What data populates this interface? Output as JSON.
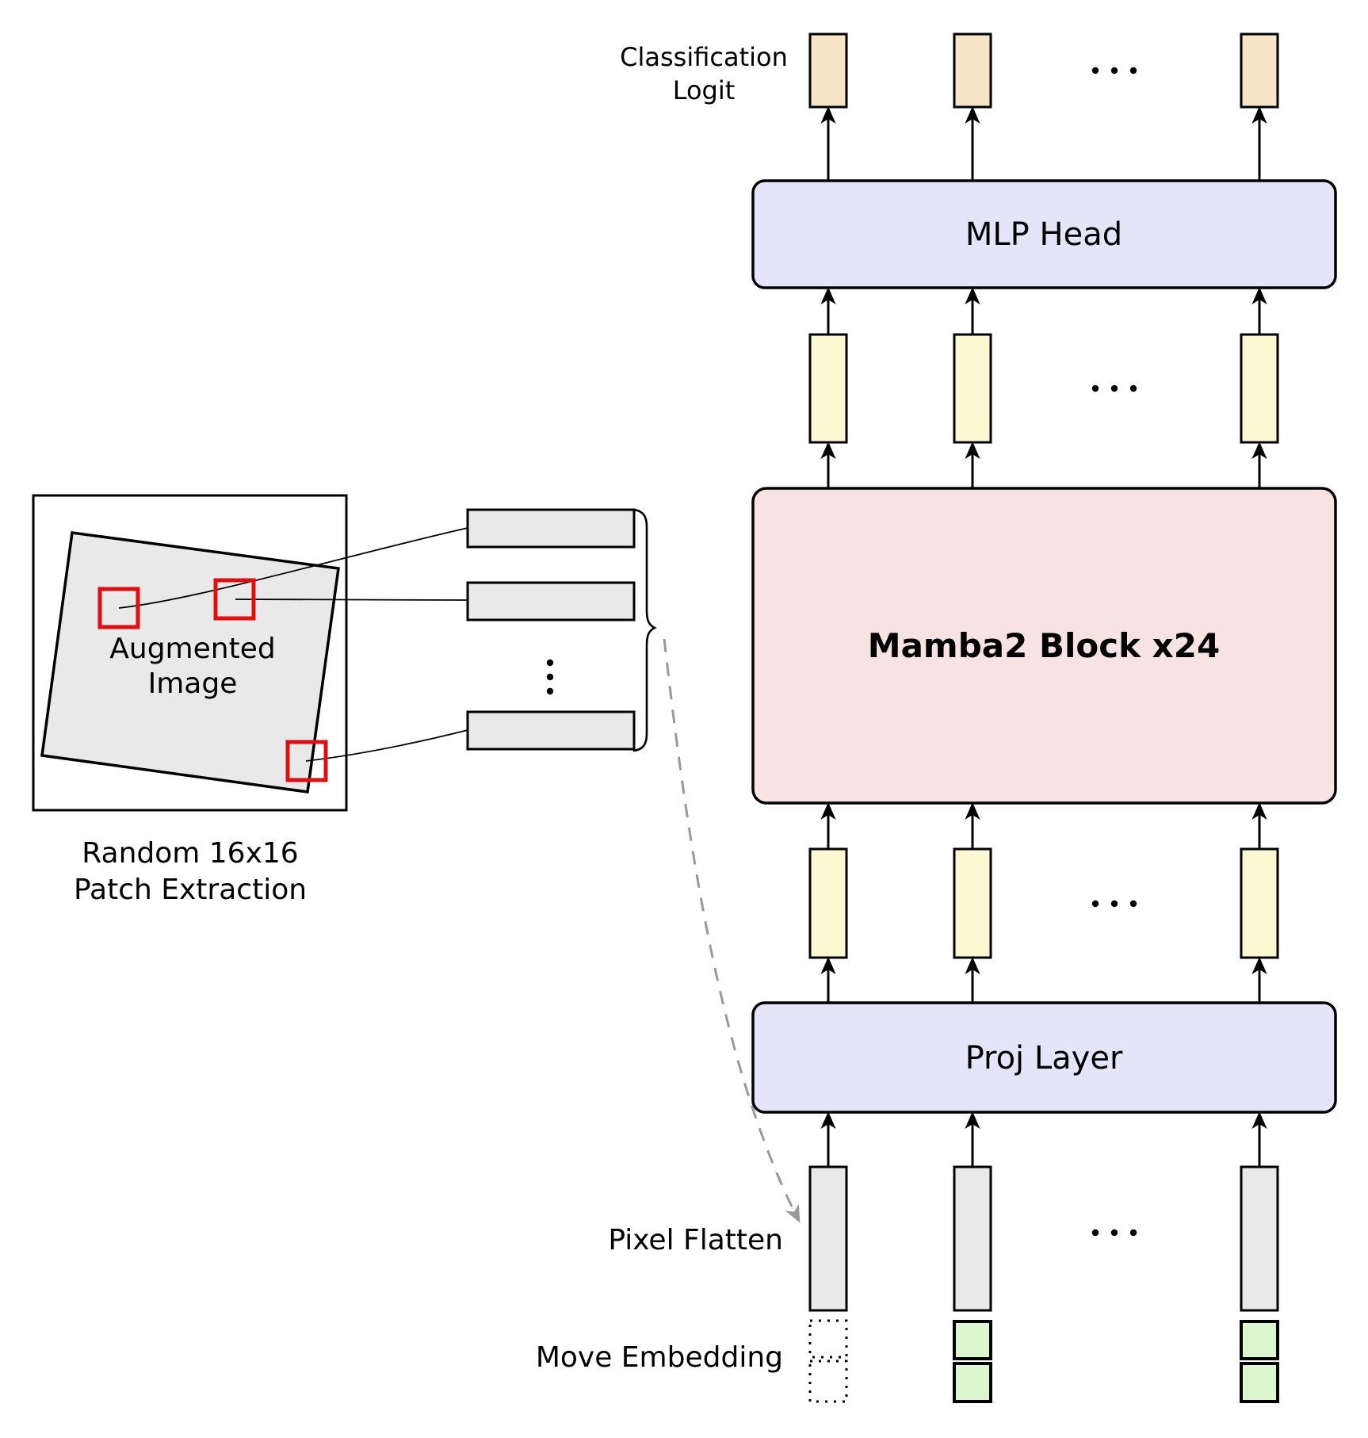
{
  "figure": {
    "type": "model-architecture-diagram",
    "left_panel": {
      "image_label": {
        "line1": "Augmented",
        "line2": "Image"
      },
      "caption": {
        "line1": "Random 16x16",
        "line2": "Patch Extraction"
      }
    },
    "patch_sequence": {
      "vertical_ellipsis": "⋮"
    },
    "pipeline": {
      "output_label": {
        "line1": "Classification",
        "line2": "Logit"
      },
      "mlp_head_label": "MLP Head",
      "mamba_block_label": "Mamba2 Block x24",
      "proj_layer_label": "Proj Layer",
      "pixel_flatten_label": "Pixel Flatten",
      "move_embedding_label": "Move Embedding",
      "horizontal_ellipsis": "⋯"
    },
    "colors": {
      "box_lavender": "#e6e4f8",
      "box_pink": "#f7e3e2",
      "bar_yellow": "#fcf8d1",
      "bar_orange": "#f8e4c8",
      "bar_gray": "#e9e9e9",
      "square_green": "#dcf7cf",
      "patch_outline_red": "#e30d0d",
      "dashed_arrow_gray": "#999999",
      "line_black": "#000000"
    }
  }
}
